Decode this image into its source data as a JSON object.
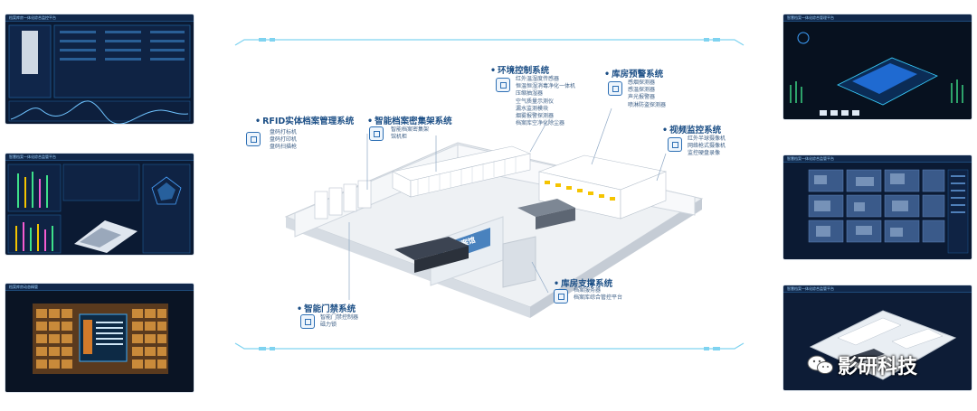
{
  "watermark": {
    "brand": "影研科技",
    "icon": "wechat-icon"
  },
  "thumbnails": {
    "left": [
      {
        "title": "档案库房一体化综合监控平台",
        "icon": "dashboard-icon"
      },
      {
        "title": "智慧档案一体化综合监管平台",
        "icon": "dashboard-icon"
      },
      {
        "title": "档案库房动态精管",
        "icon": "shelf-icon"
      }
    ],
    "right": [
      {
        "title": "智慧档案一体化综合管理平台",
        "icon": "3d-view-icon"
      },
      {
        "title": "智慧档案一体化综合监管平台",
        "icon": "video-wall-icon"
      },
      {
        "title": "智慧档案一体化综合监管平台",
        "icon": "3d-view-icon"
      }
    ]
  },
  "systems": {
    "rfid": {
      "title": "RFID实体档案管理系统",
      "items": [
        "盘码打标机",
        "盘码打印机",
        "盘码扫描枪"
      ]
    },
    "smart_shelf": {
      "title": "智能档案密集架系统",
      "items": [
        "智能档案密集架",
        "馆机柜"
      ]
    },
    "env": {
      "title": "环境控制系统",
      "items": [
        "红外温湿度传感器",
        "恒温恒湿消毒净化一体机",
        "压缩抽湿器",
        "空气质量示测仪",
        "漏水监测模块",
        "烟雾报警探测器",
        "档案库空净化除尘器"
      ]
    },
    "warning": {
      "title": "库房预警系统",
      "items": [
        "感烟探测器",
        "感温探测器",
        "声光报警器",
        "喷淋防盗探测器"
      ]
    },
    "video": {
      "title": "视频监控系统",
      "items": [
        "红外半球摄像机",
        "网络枪式摄像机",
        "监控硬盘录像"
      ]
    },
    "door": {
      "title": "智能门禁系统",
      "items": [
        "智能门禁控制器",
        "磁力锁"
      ]
    },
    "support": {
      "title": "库房支撑系统",
      "items": [
        "档案服务器",
        "档案库综合管控平台"
      ]
    }
  },
  "room_sign": "智慧档案馆",
  "colors": {
    "accent": "#1c4f86",
    "frame": "#7fd3f0",
    "dark_bg": "#0b1a33"
  }
}
